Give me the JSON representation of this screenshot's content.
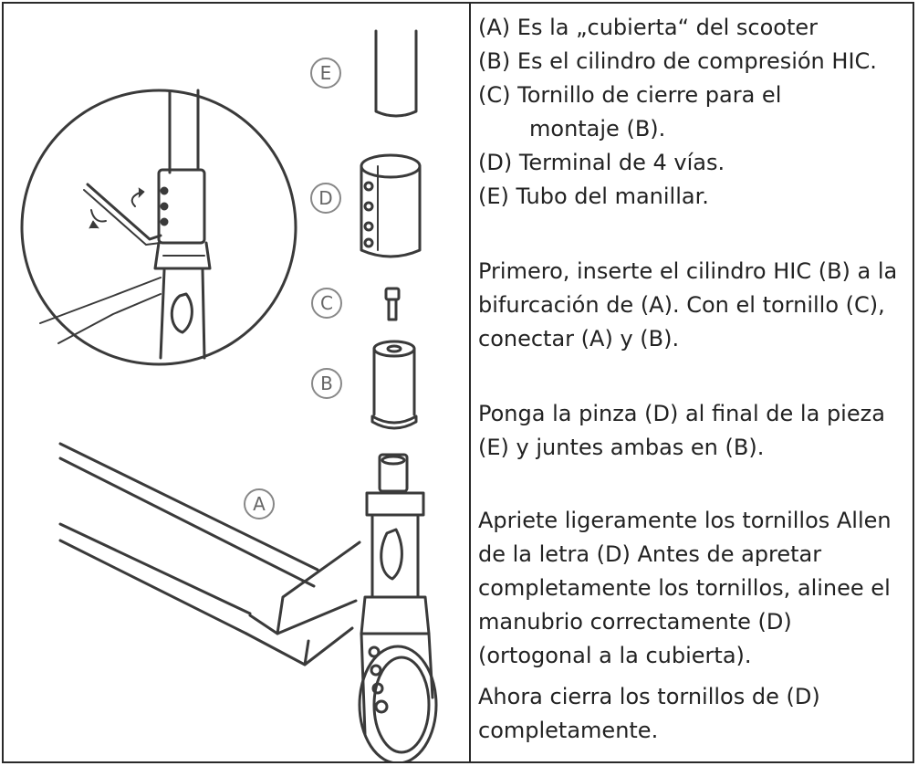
{
  "diagram": {
    "labels": {
      "E": "E",
      "D": "D",
      "C": "C",
      "B": "B",
      "A": "A"
    }
  },
  "instructions": {
    "parts": [
      {
        "text": "(A)  Es la „cubierta“ del scooter"
      },
      {
        "text": "(B)  Es el cilindro de compresión HIC."
      },
      {
        "text": "(C)  Tornillo de cierre para el",
        "cont": "montaje (B)."
      },
      {
        "text": "(D)  Terminal de 4 vías."
      },
      {
        "text": "(E)  Tubo del manillar."
      }
    ],
    "steps": [
      "Primero, inserte el cilindro HIC (B) a la bifurcación de (A). Con el tornillo (C), conectar (A) y (B).",
      "Ponga la pinza (D) al final de la pieza (E) y juntes ambas en (B).",
      "Apriete ligeramente los tornillos Allen de la letra (D) Antes de apretar completamente los tornillos, alinee el manubrio correctamente (D) (ortogonal a la cubierta).",
      "Ahora cierra los tornillos de (D) completamente."
    ]
  }
}
